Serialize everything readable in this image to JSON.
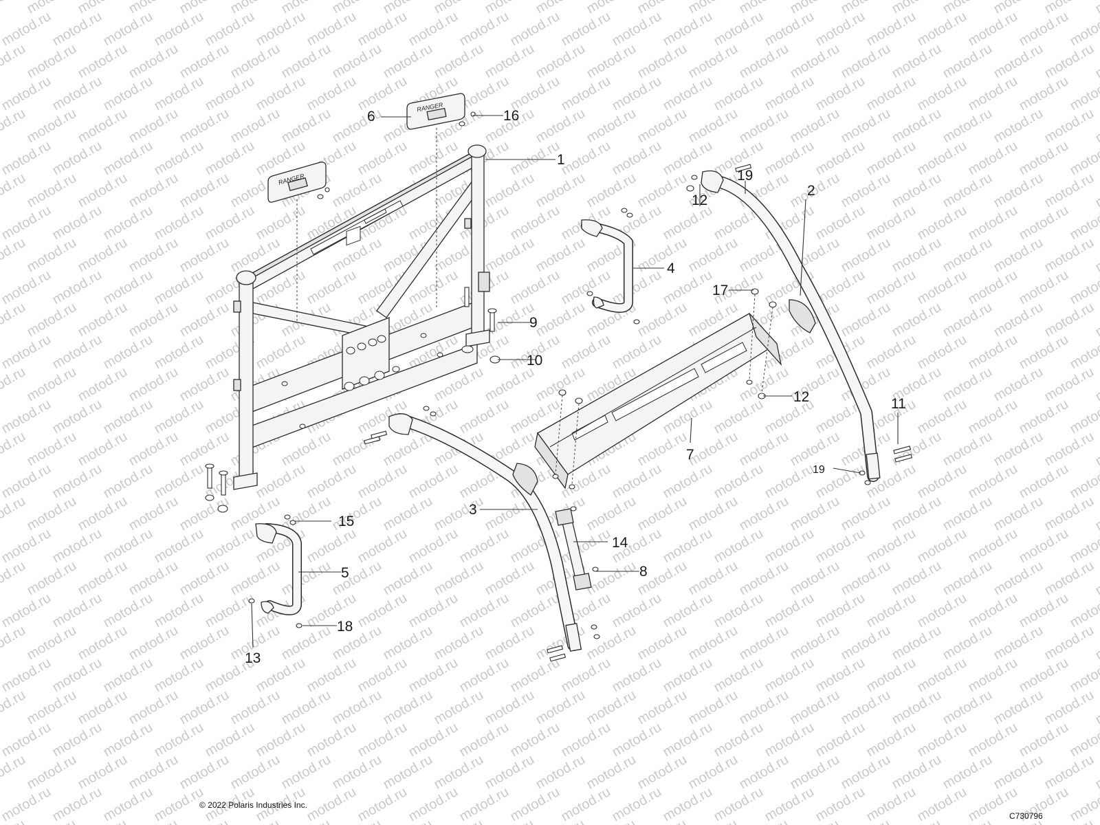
{
  "copyright": "© 2022 Polaris Industries Inc.",
  "diagram_code": "C730796",
  "watermark": "motod.ru",
  "headrest_logo": "RANGER",
  "callouts": [
    {
      "id": "c1",
      "text": "1"
    },
    {
      "id": "c2",
      "text": "2"
    },
    {
      "id": "c3",
      "text": "3"
    },
    {
      "id": "c4",
      "text": "4"
    },
    {
      "id": "c5",
      "text": "5"
    },
    {
      "id": "c6",
      "text": "6"
    },
    {
      "id": "c7",
      "text": "7"
    },
    {
      "id": "c8",
      "text": "8"
    },
    {
      "id": "c9",
      "text": "9"
    },
    {
      "id": "c10",
      "text": "10"
    },
    {
      "id": "c11",
      "text": "11"
    },
    {
      "id": "c12a",
      "text": "12"
    },
    {
      "id": "c12b",
      "text": "12"
    },
    {
      "id": "c13",
      "text": "13"
    },
    {
      "id": "c14",
      "text": "14"
    },
    {
      "id": "c15",
      "text": "15"
    },
    {
      "id": "c16",
      "text": "16"
    },
    {
      "id": "c17",
      "text": "17"
    },
    {
      "id": "c18",
      "text": "18"
    },
    {
      "id": "c19a",
      "text": "19"
    },
    {
      "id": "c19b",
      "text": "19"
    }
  ]
}
